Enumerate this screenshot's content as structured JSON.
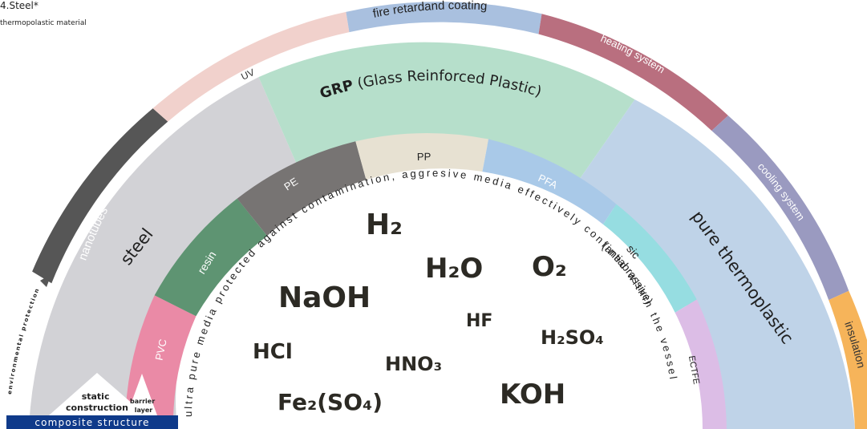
{
  "header": {
    "title": "4.Steel*",
    "subtitle": "thermopolastic material"
  },
  "colors": {
    "steel": "#d2d2d6",
    "grp": "#b6dfcb",
    "pure_thermoplastic": "#bfd3e8",
    "nanotubes": "#565656",
    "uv": "#f1d1cc",
    "fire": "#a9c0df",
    "heating": "#b96f7f",
    "cooling": "#9a9ac0",
    "insulation": "#f6b45a",
    "pvc": "#ea8aa6",
    "resin": "#5e9472",
    "pe": "#777473",
    "pp": "#e7e1d2",
    "pfa": "#a9c9e8",
    "sic": "#96dde1",
    "ectfe": "#dcbde6",
    "composite": "#0f3a8a",
    "chem_text": "#2c2a24"
  },
  "outer_ring": {
    "nanotubes": "nanotubes",
    "uv": "UV",
    "fire": "fire retardand coating",
    "heating": "heating system",
    "cooling": "cooling system",
    "insulation": "insulation"
  },
  "middle_ring": {
    "steel": "steel",
    "grp_bold": "GRP",
    "grp_rest": " (Glass Reinforced Plastic)",
    "pure_thermoplastic": "pure thermoplastic"
  },
  "inner_ring": {
    "pvc": "PVC",
    "resin": "resin",
    "pe": "PE",
    "pp": "PP",
    "pfa": "PFA",
    "sic_line1": "sic",
    "sic_line2": "(antiabrassive)",
    "ectfe": "ECTFE"
  },
  "arc_caption": "ultra pure media protected against contamination, aggresive media effectively confined within the vessel",
  "left": {
    "environmental_protection": "environmental protection",
    "static_line1": "static",
    "static_line2": "construction",
    "barrier_line1": "barrier",
    "barrier_line2": "layer",
    "composite_structure": "composite structure"
  },
  "chemicals": {
    "h2": "H₂",
    "h2o": "H₂O",
    "o2": "O₂",
    "naoh": "NaOH",
    "hf": "HF",
    "h2so4": "H₂SO₄",
    "hcl": "HCl",
    "hno3": "HNO₃",
    "fe2so4": "Fe₂(SO₄)",
    "koh": "KOH"
  }
}
